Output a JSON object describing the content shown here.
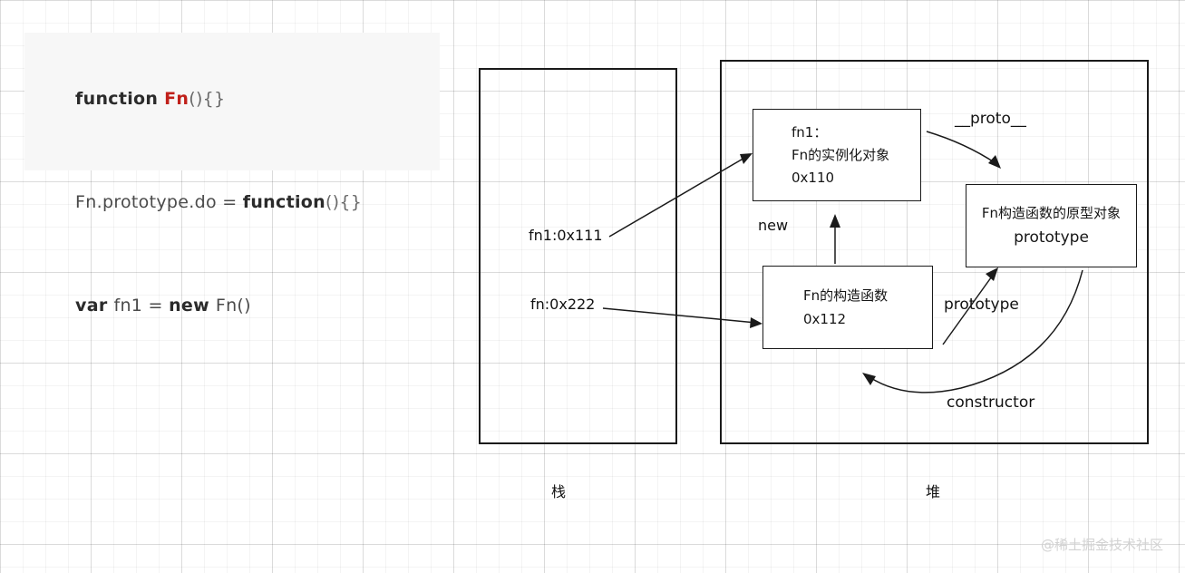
{
  "code": {
    "lines": [
      {
        "tokens": [
          {
            "text": "function ",
            "style": "kw"
          },
          {
            "text": "Fn",
            "style": "fnname"
          },
          {
            "text": "(){}",
            "style": "punct"
          }
        ]
      },
      {
        "tokens": [
          {
            "text": "Fn.prototype.do = ",
            "style": "plain"
          },
          {
            "text": "function",
            "style": "kw"
          },
          {
            "text": "(){}",
            "style": "punct"
          }
        ]
      },
      {
        "tokens": [
          {
            "text": "var ",
            "style": "kw"
          },
          {
            "text": "fn1 = ",
            "style": "plain"
          },
          {
            "text": "new ",
            "style": "kw"
          },
          {
            "text": "Fn()",
            "style": "plain"
          }
        ]
      }
    ],
    "line1_full": "function Fn(){}",
    "line2_full": "Fn.prototype.do = function(){}",
    "line3_full": "var fn1 = new Fn()",
    "background_color": "#f7f7f7",
    "accent_color": "#c0201a"
  },
  "regions": {
    "stack": {
      "caption": "栈"
    },
    "heap": {
      "caption": "堆"
    }
  },
  "stack_entries": [
    {
      "name": "fn1-address",
      "text": "fn1:0x111"
    },
    {
      "name": "fn-address",
      "text": "fn:0x222"
    }
  ],
  "heap_objects": {
    "instance": {
      "line1": "fn1：",
      "line2": "Fn的实例化对象",
      "line3": "0x110"
    },
    "constructor_fn": {
      "line1": "Fn的构造函数",
      "line2": "0x112"
    },
    "prototype_obj": {
      "line1": "Fn构造函数的原型对象",
      "line2": "prototype"
    }
  },
  "arrow_labels": {
    "proto": "__proto__",
    "new": "new",
    "prototype": "prototype",
    "constructor": "constructor"
  },
  "watermark": {
    "text": "@稀土掘金技术社区"
  }
}
